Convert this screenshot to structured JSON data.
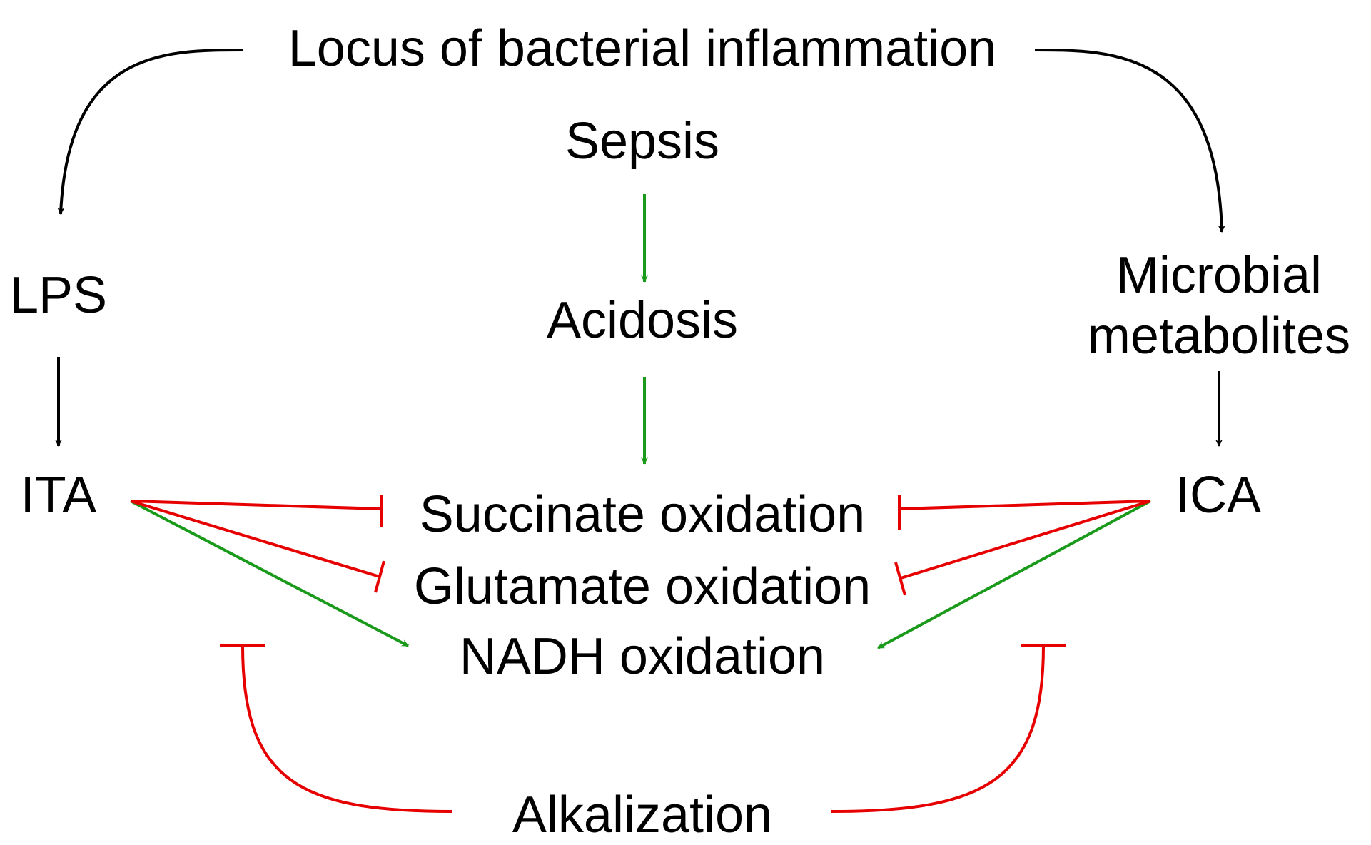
{
  "colors": {
    "black": "#000000",
    "green": "#1a9a1a",
    "red": "#e60000"
  },
  "nodes": {
    "top": "Locus of bacterial inflammation",
    "sepsis": "Sepsis",
    "acidosis": "Acidosis",
    "lps": "LPS",
    "microbial_line1": "Microbial",
    "microbial_line2": "metabolites",
    "ita": "ITA",
    "ica": "ICA",
    "succinate": "Succinate oxidation",
    "glutamate": "Glutamate oxidation",
    "nadh": "NADH oxidation",
    "alkalization": "Alkalization"
  },
  "edges": [
    {
      "from": "top",
      "to": "lps",
      "effect": "activates",
      "color": "black"
    },
    {
      "from": "top",
      "to": "microbial",
      "effect": "activates",
      "color": "black"
    },
    {
      "from": "lps",
      "to": "ita",
      "effect": "activates",
      "color": "black"
    },
    {
      "from": "microbial",
      "to": "ica",
      "effect": "activates",
      "color": "black"
    },
    {
      "from": "sepsis",
      "to": "acidosis",
      "effect": "activates",
      "color": "green"
    },
    {
      "from": "acidosis",
      "to": "succinate",
      "effect": "activates",
      "color": "green"
    },
    {
      "from": "ita",
      "to": "succinate",
      "effect": "inhibits",
      "color": "red"
    },
    {
      "from": "ita",
      "to": "glutamate",
      "effect": "inhibits",
      "color": "red"
    },
    {
      "from": "ita",
      "to": "nadh",
      "effect": "activates",
      "color": "green"
    },
    {
      "from": "ica",
      "to": "succinate",
      "effect": "inhibits",
      "color": "red"
    },
    {
      "from": "ica",
      "to": "glutamate",
      "effect": "inhibits",
      "color": "red"
    },
    {
      "from": "ica",
      "to": "nadh",
      "effect": "activates",
      "color": "green"
    },
    {
      "from": "alkalization",
      "to": "ita-nadh",
      "effect": "inhibits",
      "color": "red"
    },
    {
      "from": "alkalization",
      "to": "ica-nadh",
      "effect": "inhibits",
      "color": "red"
    }
  ]
}
